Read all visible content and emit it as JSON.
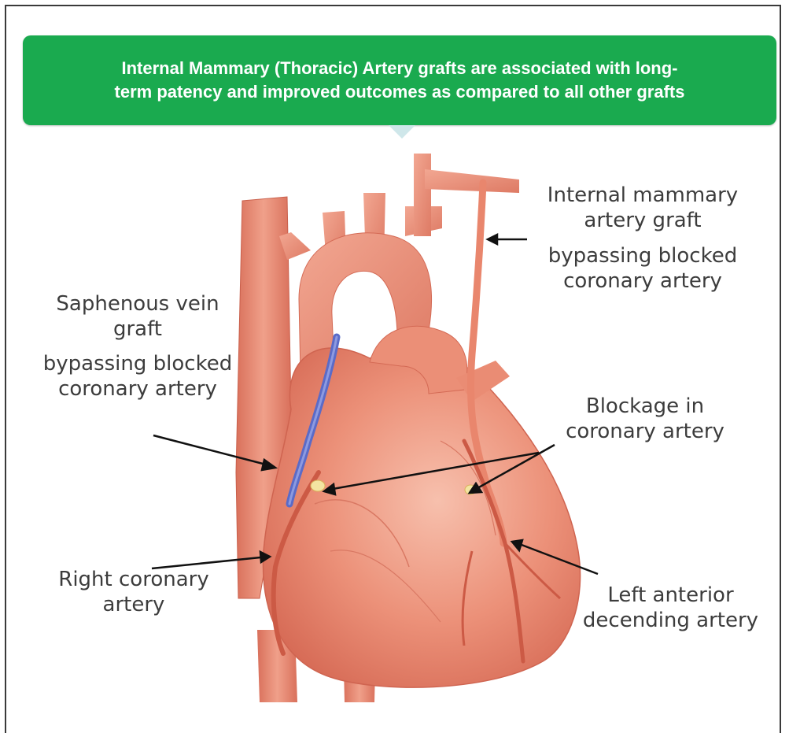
{
  "banner": {
    "line1": "Internal Mammary (Thoracic) Artery grafts are associated with long-",
    "line2": "term patency and improved outcomes as compared to all other grafts",
    "color": "#1aaa4f"
  },
  "labels": {
    "imag_1": "Internal mammary",
    "imag_2": "artery graft",
    "imag_3": "bypassing blocked",
    "imag_4": "coronary artery",
    "svg_1": "Saphenous vein",
    "svg_2": "graft",
    "svg_3": "bypassing blocked",
    "svg_4": "coronary artery",
    "block_1": "Blockage in",
    "block_2": "coronary artery",
    "rca_1": "Right coronary",
    "rca_2": "artery",
    "lad_1": "Left anterior",
    "lad_2": "decending artery"
  },
  "colors": {
    "heart": "#e8806a",
    "artery": "#d9604f",
    "vein_graft": "#5a6bc8",
    "blockage": "#f3e4a2",
    "text": "#3c3c3c"
  }
}
